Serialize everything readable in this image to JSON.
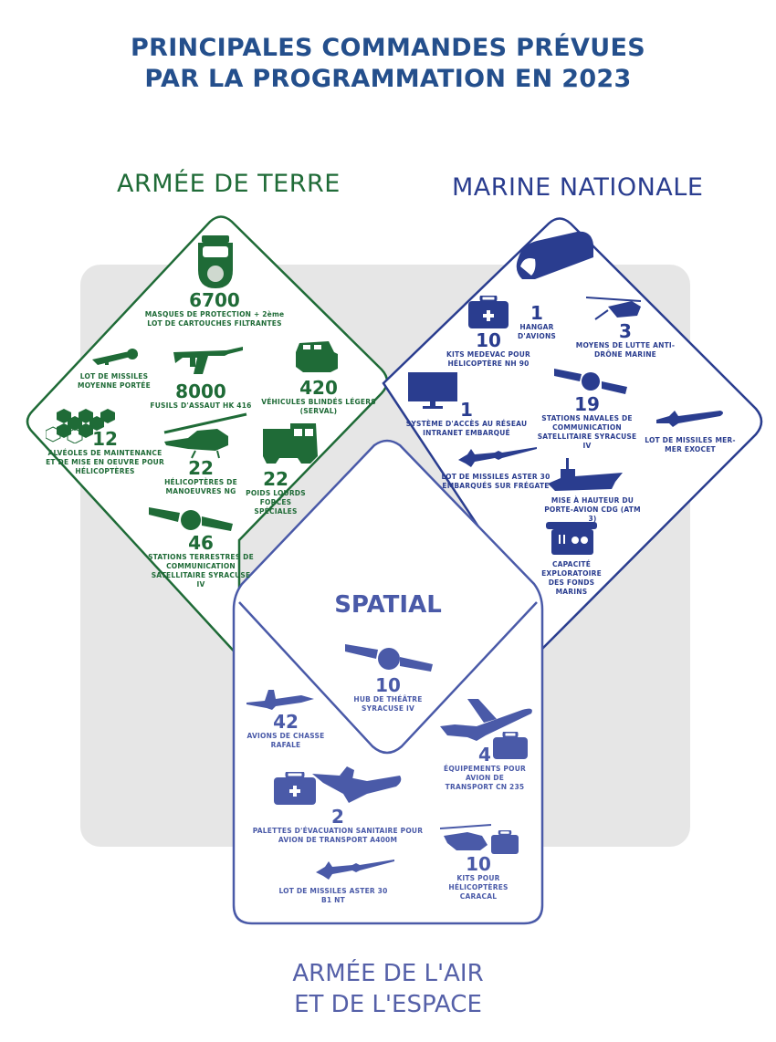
{
  "title": {
    "line1": "PRINCIPALES COMMANDES PRÉVUES",
    "line2": "PAR LA PROGRAMMATION EN 2023"
  },
  "colors": {
    "title": "#244f8c",
    "terre": "#1f6b37",
    "marine": "#2a3d8f",
    "air": "#4a5aa8",
    "background_panel": "#e6e6e6"
  },
  "sections": {
    "terre": {
      "title": "ARMÉE DE TERRE",
      "items": [
        {
          "icon": "gas-mask-icon",
          "value": "6700",
          "label": "MASQUES DE PROTECTION + 2ème LOT DE CARTOUCHES FILTRANTES"
        },
        {
          "icon": "missile-launcher-icon",
          "value": "",
          "label": "LOT DE MISSILES MOYENNE PORTÉE"
        },
        {
          "icon": "assault-rifle-icon",
          "value": "8000",
          "label": "FUSILS D'ASSAUT HK 416"
        },
        {
          "icon": "armored-vehicle-icon",
          "value": "420",
          "label": "VÉHICULES BLINDÉS LÉGERS (SERVAL)"
        },
        {
          "icon": "honeycomb-icon",
          "value": "12",
          "label": "ALVÉOLES DE MAINTENANCE ET DE MISE EN OEUVRE POUR HÉLICOPTÈRES"
        },
        {
          "icon": "helicopter-icon",
          "value": "22",
          "label": "HÉLICOPTÈRES DE MANOEUVRES NG"
        },
        {
          "icon": "truck-icon",
          "value": "22",
          "label": "POIDS LOURDS FORCES SPÉCIALES"
        },
        {
          "icon": "satellite-icon",
          "value": "46",
          "label": "STATIONS TERRESTRES DE COMMUNICATION SATELLITAIRE SYRACUSE IV"
        }
      ]
    },
    "marine": {
      "title": "MARINE NATIONALE",
      "items": [
        {
          "icon": "hangar-icon",
          "value": "1",
          "label": "HANGAR D'AVIONS"
        },
        {
          "icon": "medical-kit-icon",
          "value": "10",
          "label": "KITS MEDEVAC POUR HÉLICOPTÈRE NH 90"
        },
        {
          "icon": "drone-icon",
          "value": "3",
          "label": "MOYENS DE LUTTE ANTI-DRÔNE MARINE"
        },
        {
          "icon": "monitor-icon",
          "value": "1",
          "label": "SYSTÈME D'ACCÈS AU RÉSEAU INTRANET EMBARQUÉ"
        },
        {
          "icon": "satellite-icon",
          "value": "19",
          "label": "STATIONS NAVALES DE COMMUNICATION SATELLITAIRE SYRACUSE IV"
        },
        {
          "icon": "missile-icon",
          "value": "",
          "label": "LOT DE MISSILES MER-MER EXOCET"
        },
        {
          "icon": "missile-icon",
          "value": "",
          "label": "LOT DE MISSILES ASTER 30 EMBARQUÉS SUR FRÉGATE"
        },
        {
          "icon": "aircraft-carrier-icon",
          "value": "",
          "label": "MISE À HAUTEUR DU PORTE-AVION CDG (ATM 3)"
        },
        {
          "icon": "submersible-icon",
          "value": "",
          "label": "CAPACITÉ EXPLORATOIRE DES FONDS MARINS"
        }
      ]
    },
    "spatial": {
      "title": "SPATIAL",
      "items": [
        {
          "icon": "satellite-icon",
          "value": "10",
          "label": "HUB DE THÉÂTRE SYRACUSE IV"
        }
      ]
    },
    "air": {
      "title_line1": "ARMÉE DE L'AIR",
      "title_line2": "ET DE L'ESPACE",
      "items": [
        {
          "icon": "fighter-jet-icon",
          "value": "42",
          "label": "AVIONS DE CHASSE RAFALE"
        },
        {
          "icon": "transport-plane-icon",
          "value": "4",
          "label": "ÉQUIPEMENTS POUR AVION DE TRANSPORT CN 235"
        },
        {
          "icon": "medical-kit-icon",
          "value": "2",
          "label": "PALETTES D'ÉVACUATION SANITAIRE POUR AVION DE TRANSPORT A400M"
        },
        {
          "icon": "missile-icon",
          "value": "",
          "label": "LOT DE MISSILES ASTER 30 B1 NT"
        },
        {
          "icon": "helicopter-icon",
          "value": "10",
          "label": "KITS POUR HÉLICOPTÈRES CARACAL"
        }
      ]
    }
  }
}
